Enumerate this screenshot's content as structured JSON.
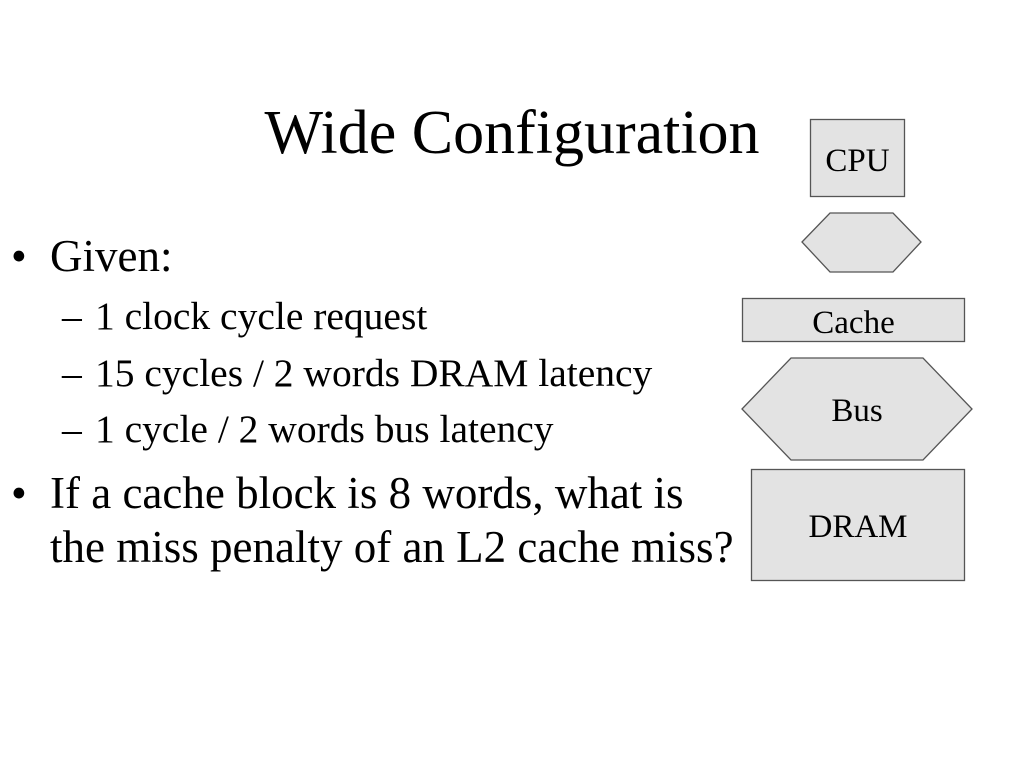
{
  "slide": {
    "title": "Wide Configuration"
  },
  "markers": {
    "bullet": "•",
    "sub": "–"
  },
  "bullets": [
    {
      "text": "Given:",
      "subitems": [
        "1 clock cycle request",
        "15 cycles / 2 words DRAM latency",
        "1 cycle / 2 words bus latency"
      ]
    },
    {
      "text": "If a cache block is 8 words, what is the miss penalty of an L2 cache miss?"
    }
  ],
  "diagram": {
    "cpu": {
      "label": "CPU"
    },
    "cache": {
      "label": "Cache"
    },
    "bus": {
      "label": "Bus"
    },
    "dram": {
      "label": "DRAM"
    },
    "colors": {
      "fill": "#e3e3e3",
      "stroke": "#555555",
      "text": "#000000"
    }
  }
}
